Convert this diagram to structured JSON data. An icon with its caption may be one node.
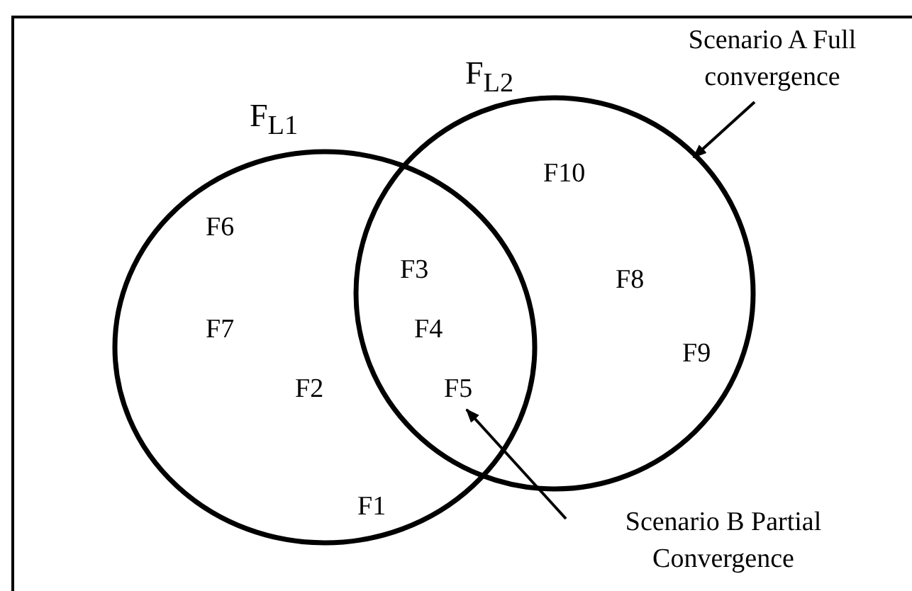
{
  "diagram": {
    "nodes": [
      {
        "text": [
          "F$_{L1}$"
        ]
      },
      {
        "text": [
          "F$_{L2}$"
        ]
      },
      {
        "text": [
          "Scenario A Full convergence"
        ]
      },
      {
        "text": [
          "F5"
        ]
      },
      {
        "text": [
          "Scenario B Partial Convergence"
        ]
      }
    ],
    "edges": [
      {
        "from": 2,
        "to": 1,
        "arrow": "to"
      },
      {
        "from": 4,
        "to": 3,
        "arrow": "to"
      }
    ],
    "labels": [
      "F10",
      "F6",
      "F3",
      "F8",
      "F7",
      "F4",
      "F9",
      "F2",
      "F1"
    ]
  }
}
